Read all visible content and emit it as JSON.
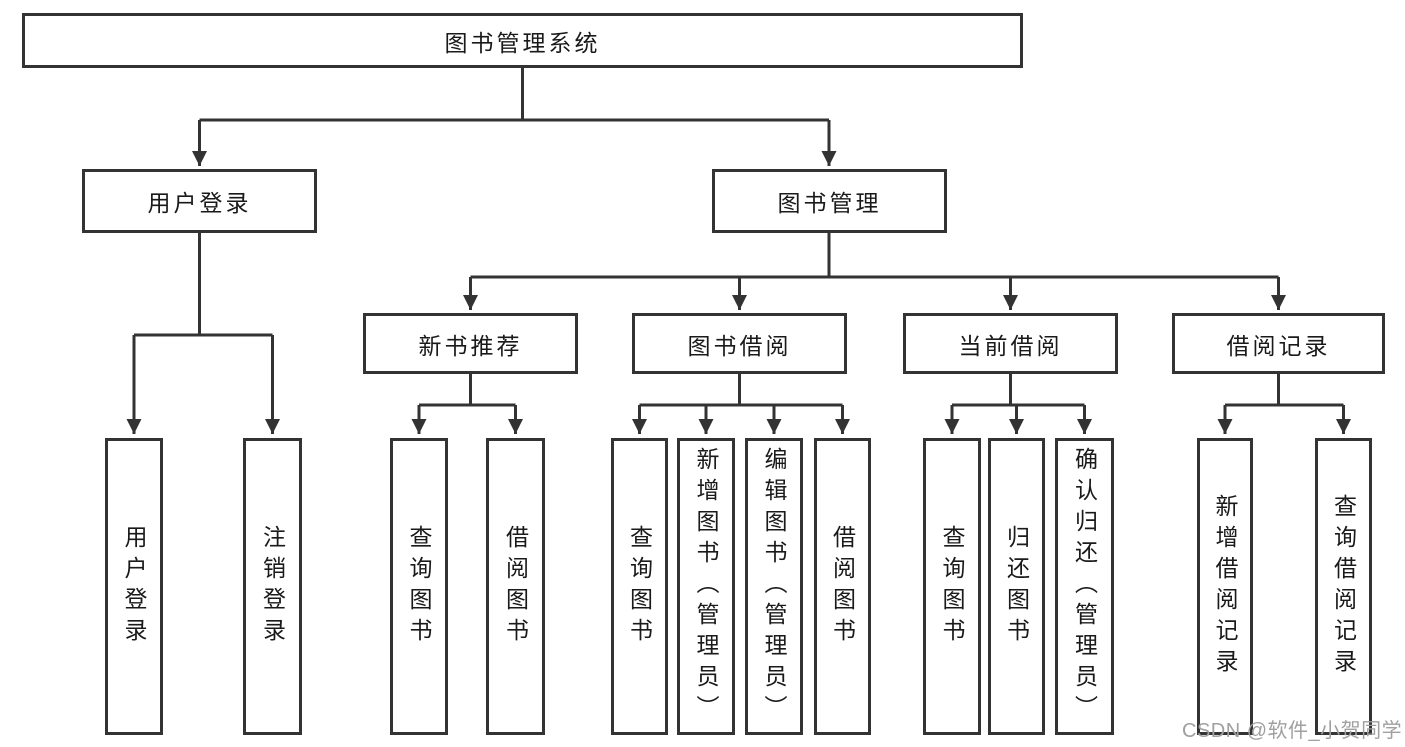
{
  "diagram": {
    "root": "图书管理系统",
    "branches": [
      {
        "label": "用户登录",
        "leaves": [
          "用户登录",
          "注销登录"
        ]
      },
      {
        "label": "图书管理",
        "groups": [
          {
            "label": "新书推荐",
            "leaves": [
              "查询图书",
              "借阅图书"
            ]
          },
          {
            "label": "图书借阅",
            "leaves": [
              "查询图书",
              "新增图书（管理员）",
              "编辑图书（管理员）",
              "借阅图书"
            ]
          },
          {
            "label": "当前借阅",
            "leaves": [
              "查询图书",
              "归还图书",
              "确认归还（管理员）"
            ]
          },
          {
            "label": "借阅记录",
            "leaves": [
              "新增借阅记录",
              "查询借阅记录"
            ]
          }
        ]
      }
    ]
  },
  "watermark": {
    "text": "CSDN @软件_小贺同学"
  },
  "colors": {
    "line": "#333333",
    "border": "#333333",
    "text": "#1a1a1a",
    "background": "#ffffff",
    "watermark": "#a0a0a0"
  }
}
